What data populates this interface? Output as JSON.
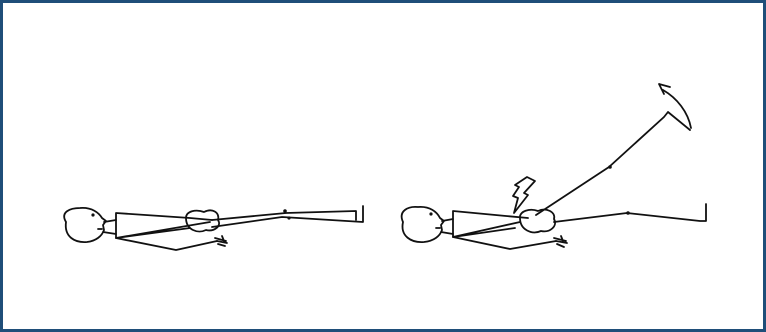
{
  "frame": {
    "border_color": "#1f4e79",
    "background": "#ffffff"
  },
  "figures": [
    {
      "id": "figure-resting",
      "description_name": "supine-figure-legs-flat",
      "parts": [
        "head",
        "torso",
        "arm",
        "hand",
        "straight-leg",
        "flat-leg"
      ]
    },
    {
      "id": "figure-leg-raise",
      "description_name": "supine-figure-leg-raised",
      "parts": [
        "head",
        "torso",
        "arm",
        "hand",
        "raised-leg",
        "flat-leg",
        "pain-bolt",
        "motion-arrow"
      ]
    }
  ],
  "icons": {
    "pain": "lightning-bolt-icon",
    "motion": "curved-arrow-icon"
  },
  "ink_color": "#111111"
}
